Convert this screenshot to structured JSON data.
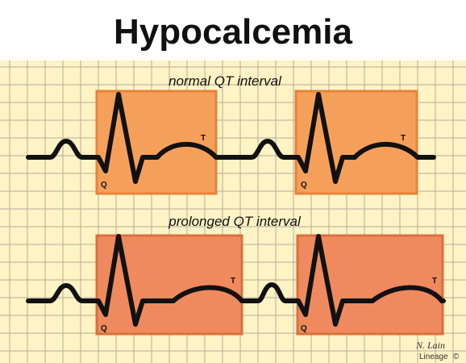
{
  "title": "Hypocalcemia",
  "panels": [
    {
      "caption": "normal QT interval",
      "q_label": "Q",
      "t_label": "T",
      "box_color": "#F5A05A",
      "box_border": "#E8823A"
    },
    {
      "caption": "prolonged QT interval",
      "q_label": "Q",
      "t_label": "T",
      "box_color": "#EF8A5E",
      "box_border": "#D9703E"
    }
  ],
  "signature": {
    "name": "N. Lain",
    "brand": "Lineage",
    "mark": "©"
  },
  "colors": {
    "grid_bg": "#FDF3C4",
    "grid_line": "#B8AE98",
    "trace": "#111111"
  }
}
